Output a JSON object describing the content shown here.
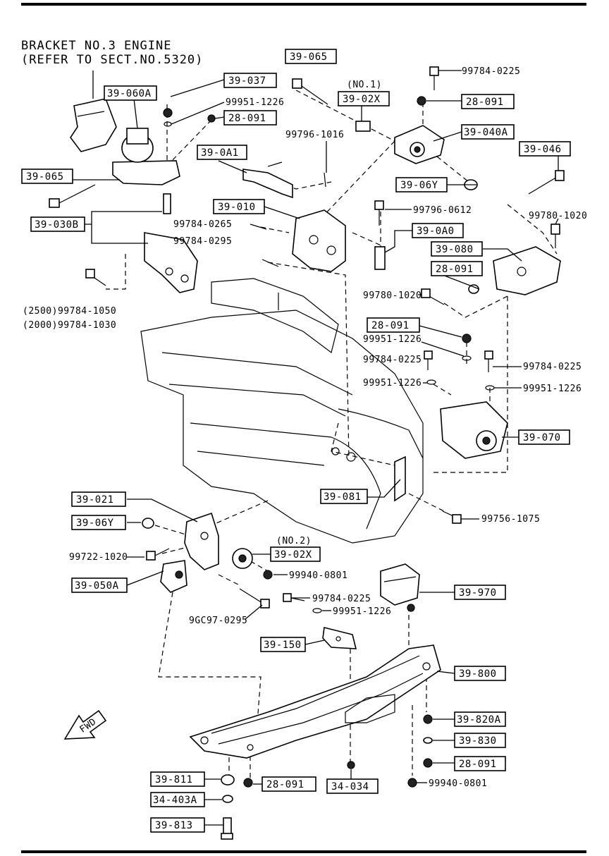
{
  "header": {
    "line1": "BRACKET NO.3 ENGINE",
    "line2": "(REFER TO SECT.NO.5320)"
  },
  "boxed_labels": [
    {
      "id": "b1",
      "text": "39-065"
    },
    {
      "id": "b2",
      "text": "39-037"
    },
    {
      "id": "b3",
      "text": "39-060A"
    },
    {
      "id": "b4",
      "text": "28-091"
    },
    {
      "id": "b5",
      "text": "39-02X"
    },
    {
      "id": "b6",
      "text": "28-091"
    },
    {
      "id": "b7",
      "text": "39-040A"
    },
    {
      "id": "b8",
      "text": "39-046"
    },
    {
      "id": "b9",
      "text": "39-0A1"
    },
    {
      "id": "b10",
      "text": "39-065"
    },
    {
      "id": "b11",
      "text": "39-06Y"
    },
    {
      "id": "b12",
      "text": "39-010"
    },
    {
      "id": "b13",
      "text": "39-030B"
    },
    {
      "id": "b14",
      "text": "39-0A0"
    },
    {
      "id": "b15",
      "text": "39-080"
    },
    {
      "id": "b16",
      "text": "28-091"
    },
    {
      "id": "b17",
      "text": "28-091"
    },
    {
      "id": "b18",
      "text": "39-070"
    },
    {
      "id": "b19",
      "text": "39-081"
    },
    {
      "id": "b20",
      "text": "39-021"
    },
    {
      "id": "b21",
      "text": "39-06Y"
    },
    {
      "id": "b22",
      "text": "39-02X"
    },
    {
      "id": "b23",
      "text": "39-050A"
    },
    {
      "id": "b24",
      "text": "39-970"
    },
    {
      "id": "b25",
      "text": "39-150"
    },
    {
      "id": "b26",
      "text": "39-800"
    },
    {
      "id": "b27",
      "text": "39-820A"
    },
    {
      "id": "b28",
      "text": "39-830"
    },
    {
      "id": "b29",
      "text": "28-091"
    },
    {
      "id": "b30",
      "text": "39-811"
    },
    {
      "id": "b31",
      "text": "28-091"
    },
    {
      "id": "b32",
      "text": "34-034"
    },
    {
      "id": "b33",
      "text": "34-403A"
    },
    {
      "id": "b34",
      "text": "39-813"
    }
  ],
  "part_numbers": [
    {
      "id": "p1",
      "text": "99784-0225"
    },
    {
      "id": "p2",
      "text": "(NO.1)"
    },
    {
      "id": "p3",
      "text": "99951-1226"
    },
    {
      "id": "p4",
      "text": "99796-1016"
    },
    {
      "id": "p5",
      "text": "99796-0612"
    },
    {
      "id": "p6",
      "text": "99780-1020"
    },
    {
      "id": "p7",
      "text": "99784-0265"
    },
    {
      "id": "p8",
      "text": "99784-0295"
    },
    {
      "id": "p9",
      "text": "(2500)99784-1050"
    },
    {
      "id": "p10",
      "text": "(2000)99784-1030"
    },
    {
      "id": "p11",
      "text": "99780-1020"
    },
    {
      "id": "p12",
      "text": "99951-1226"
    },
    {
      "id": "p13",
      "text": "99784-0225"
    },
    {
      "id": "p14",
      "text": "99784-0225"
    },
    {
      "id": "p15",
      "text": "99951-1226"
    },
    {
      "id": "p16",
      "text": "99951-1226"
    },
    {
      "id": "p17",
      "text": "99756-1075"
    },
    {
      "id": "p18",
      "text": "(NO.2)"
    },
    {
      "id": "p19",
      "text": "99722-1020"
    },
    {
      "id": "p20",
      "text": "99940-0801"
    },
    {
      "id": "p21",
      "text": "99784-0225"
    },
    {
      "id": "p22",
      "text": "99951-1226"
    },
    {
      "id": "p23",
      "text": "9GC97-0295"
    },
    {
      "id": "p24",
      "text": "99940-0801"
    }
  ],
  "fwd_arrow": {
    "text": "FWD"
  }
}
